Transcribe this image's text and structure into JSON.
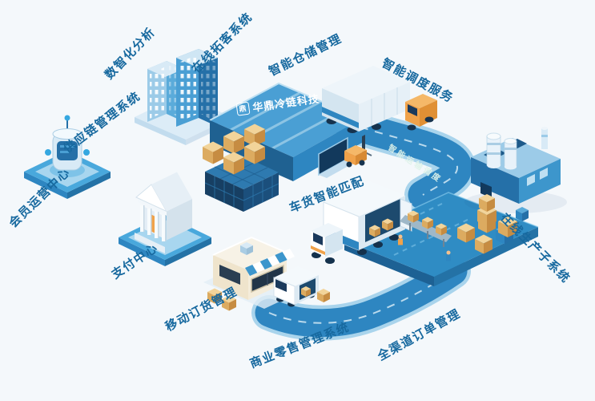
{
  "scene": {
    "background_color": "#f4f8fb",
    "label_color": "#17699f",
    "road_color": "#2e86c1"
  },
  "labels": {
    "digital_analysis": "数智化分析",
    "online_customer_acquisition": "在线拓客系统",
    "smart_warehouse_management": "智能仓储管理",
    "smart_dispatch_service": "智能调度服务",
    "supply_chain_system": "供应链管理系统",
    "member_operation_center": "会员运营中心",
    "payment_center": "支付中心",
    "mobile_order_management": "移动订货管理",
    "retail_management_system": "商业零售管理系统",
    "omnichannel_order_management": "全渠道订单管理",
    "online_production_subsystem": "在线生产子系统",
    "vehicle_cargo_matching": "车货智能匹配"
  },
  "warehouse_sign": {
    "logo_glyph": "鼎",
    "text": "华鼎冷链科技"
  },
  "road": {
    "text": "智能运输调度"
  }
}
